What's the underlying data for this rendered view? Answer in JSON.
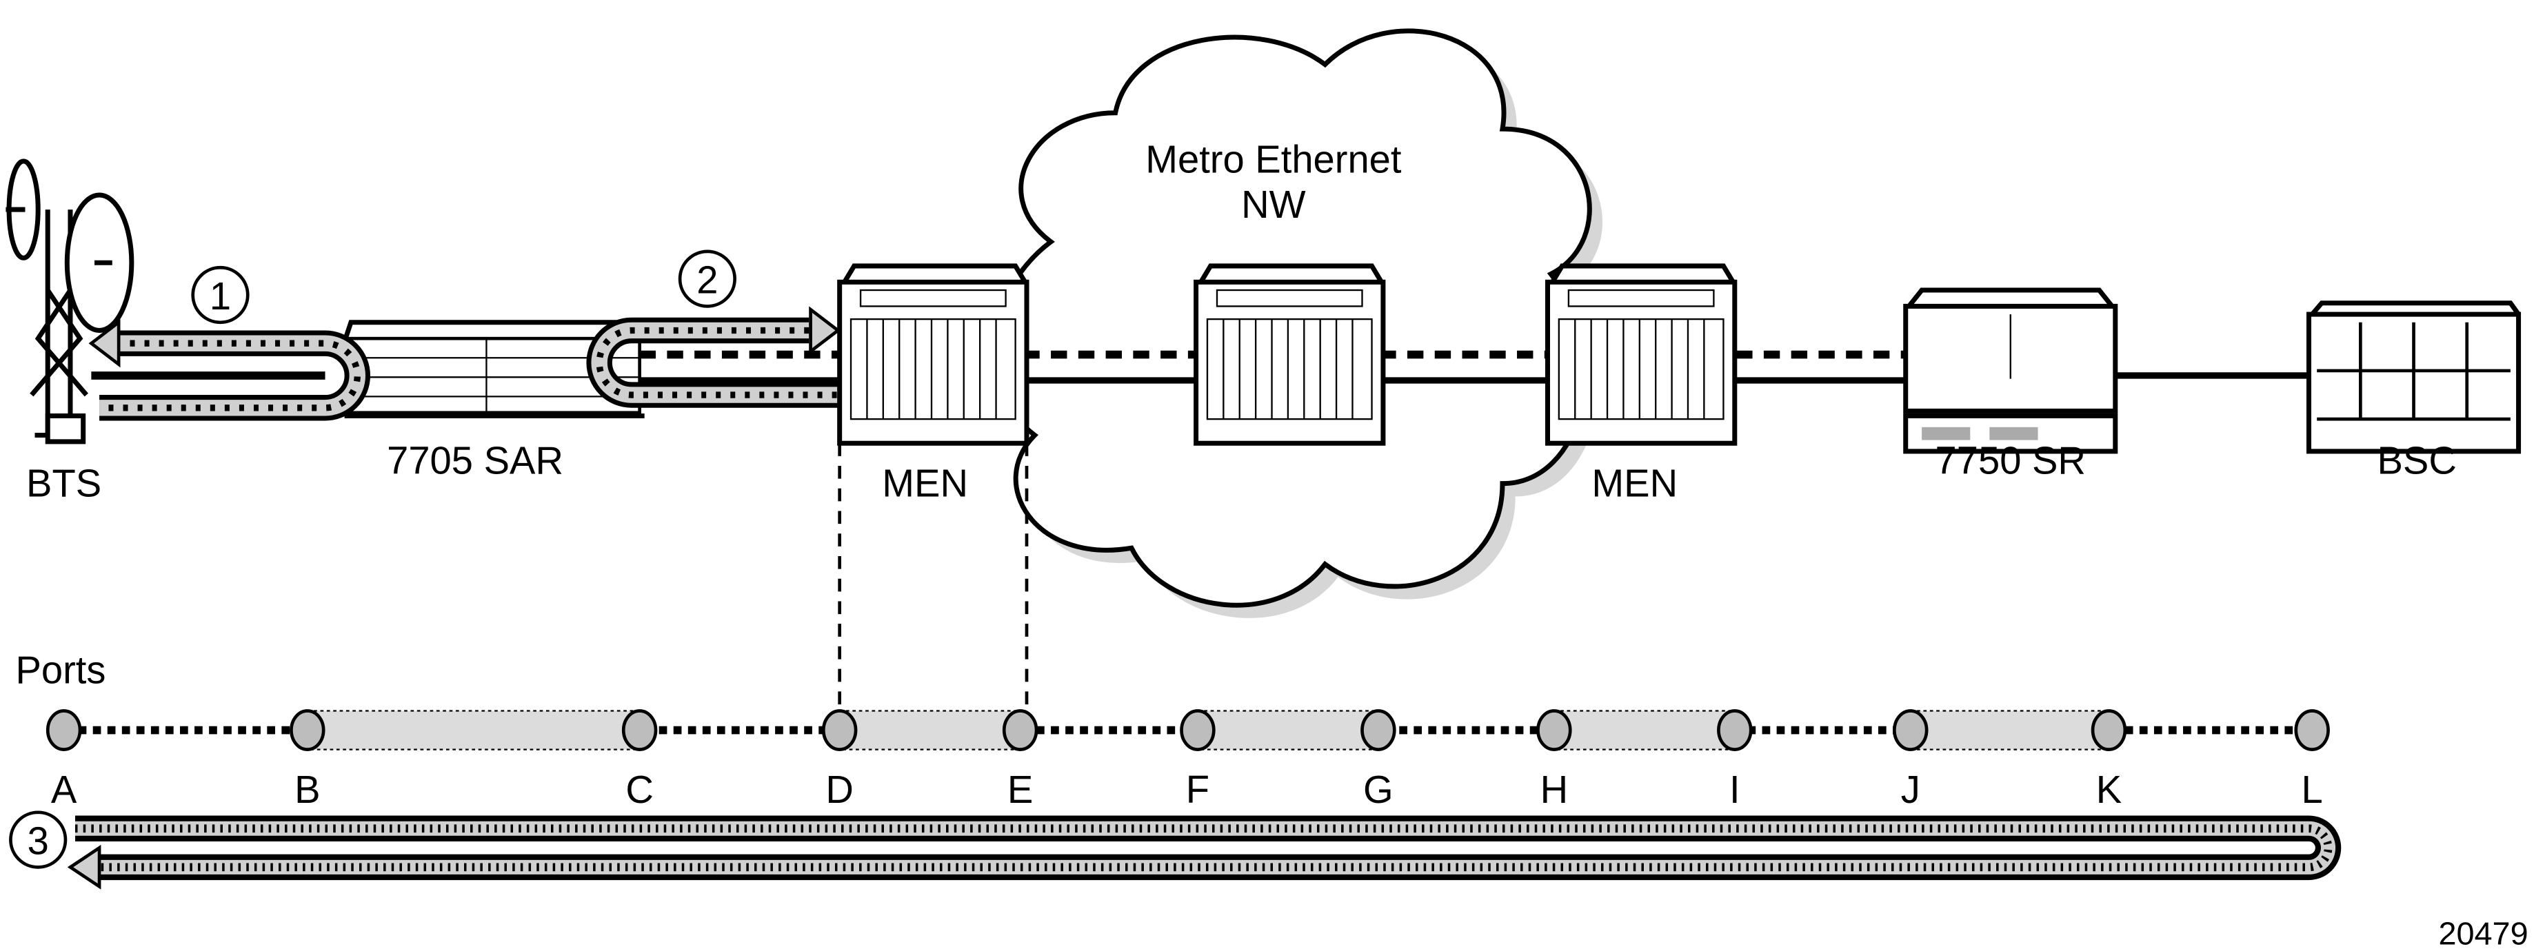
{
  "nodes": {
    "bts": "BTS",
    "sar": "7705 SAR",
    "men1": "MEN",
    "men2": "MEN",
    "cloud_line1": "Metro Ethernet",
    "cloud_line2": "NW",
    "sr": "7750 SR",
    "bsc": "BSC"
  },
  "callouts": [
    "1",
    "2",
    "3"
  ],
  "ports": {
    "title": "Ports",
    "labels": [
      "A",
      "B",
      "C",
      "D",
      "E",
      "F",
      "G",
      "H",
      "I",
      "J",
      "K",
      "L"
    ]
  },
  "figure_id": "20479",
  "colors": {
    "tube_fill": "#d0d0d0",
    "port_fill": "#bdbdbd",
    "cylinder_fill": "#dcdcdc",
    "line": "#000000"
  }
}
